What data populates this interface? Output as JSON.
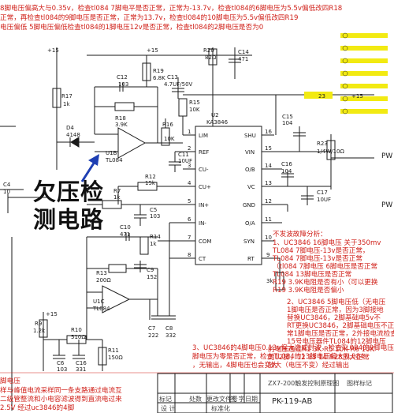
{
  "notes": {
    "top": [
      "8脚电压偏高大与0.35v，检查tl084 7脚电平是否正常，正常为-13.7v，检查tl084的6脚电压为5.5v偏低改四R18",
      "正常，再检查tl084的9脚电压是否正常，正常为13.7v，检查tl084的10脚电压为5.5v偏低改四R19",
      "电压偏低      5脚电压偏低检查tl084的1脚电压12v是否正常，检查tl084的2脚电压是否为0"
    ],
    "fault_title": "不发波故障分析：",
    "fault_lines": [
      "1、UC3846  16脚电压  关于350mv",
      "TL084  7脚电压-13v是否正常，",
      "TL084  7脚电压-13v是否正常",
      "（tl084  7脚电压  6脚电压是否正常",
      "TL084  13脚电压是否正常",
      "R19  3.9K电阻是否有小（可以更换",
      "R19  3.9K电阻是否偏小",
      "2、UC3846  5脚电压低（无电压",
      "1脚电压是否正常，因为3脚接地",
      "替换UC3846，2脚基础电5v不",
      "RT更换UC3846，2脚基础电压不正",
      "常1脚电压是否正常，2外接电流检查",
      "15号电压器件TL084的12脚电压",
      "的电压通过R1  3K R5  10K R6  10K",
      "的12脚，12 13  14  R28放大正常",
      "放大（电压不变）经过输出"
    ],
    "bottom_lines": [
      "3、UC3846的4脚电压0.13v偏大造成封波，检查TL084的9脚电压",
      "脚电压为零是否正常，检查TL084的13脚电压偏大TL084",
      "，无输出，4脚电压也会变大"
    ],
    "big_label": [
      "欠压检",
      "测电路"
    ],
    "bottom_left": [
      "脚电压",
      "样与峰值电流采样同一条支路通过电流互",
      "二级管整流和小电容滤波得到直流电过来",
      "2.5V 经过uc3846的4脚"
    ]
  },
  "title_block": {
    "heading": "ZX7-200触发控制原理图",
    "label": "图样标记",
    "drawing_no": "PK-119-AB",
    "mark": "标记",
    "count": "处数",
    "change_file": "更改文件号",
    "sign": "签  字",
    "date": "日期",
    "design": "设  计",
    "standardize": "标准化"
  },
  "components": {
    "U2": "U2",
    "U2_type": "KA3846",
    "U1B": "U1B",
    "U1B_type": "TL084",
    "U1C": "U1C",
    "U1C_type": "TL084",
    "R19": "R19",
    "R19_val": "6.8K",
    "R18": "R18",
    "R18_val": "3.9K",
    "R17": "R17",
    "R17_val": "1k",
    "R20": "R20",
    "R20_val": "82Ω",
    "C14": "C14",
    "C14_val": "471",
    "C12": "C12",
    "C12_val": "103",
    "C13": "C13",
    "C13_val": "4.7UF/50V",
    "R15": "R15",
    "R15_val": "10K",
    "R16": "R16",
    "R16_val": "10K",
    "D4": "D4",
    "D4_val": "4148",
    "C11": "C11",
    "C11_val": "10UF",
    "R12": "R12",
    "R12_val": "15k",
    "R7": "R7",
    "R7_val": "1k",
    "C5": "C5",
    "C5_val": "103",
    "C4": "C4",
    "C4_val": "10",
    "C10": "C10",
    "C10_val": "471",
    "R14": "R14",
    "R14_val": "1k",
    "R13": "R13",
    "R13_val": "200Ω",
    "C9": "C9",
    "C9_val": "152",
    "C7": "C7",
    "C7_val": "222",
    "C8": "C8",
    "C8_val": "332",
    "R9": "R9",
    "R9_val": "1.2k",
    "R10": "R10",
    "R10_val": "510Ω",
    "R11": "R11",
    "R11_val": "150Ω",
    "C6": "C6",
    "C6_val": "103",
    "C16": "C16",
    "C16_val": "331",
    "C15": "C15",
    "C15_val": "104",
    "C16b": "C16",
    "C16b_val": "104",
    "C17": "C17",
    "C17_val": "10UF",
    "R23": "R23",
    "R23_val": "1/4W/10Ω",
    "R3k": "3k",
    "net15": "+15",
    "net23": "23",
    "PW": "PW"
  },
  "pins": {
    "left": [
      {
        "num": "1",
        "name": "LIM"
      },
      {
        "num": "2",
        "name": "REF"
      },
      {
        "num": "3",
        "name": "CU-"
      },
      {
        "num": "4",
        "name": "CU+"
      },
      {
        "num": "5",
        "name": "IN+"
      },
      {
        "num": "6",
        "name": "IN-"
      },
      {
        "num": "7",
        "name": "COM"
      },
      {
        "num": "8",
        "name": "CT"
      }
    ],
    "right": [
      {
        "num": "16",
        "name": "SHU"
      },
      {
        "num": "15",
        "name": "VIN"
      },
      {
        "num": "14",
        "name": "O/B"
      },
      {
        "num": "13",
        "name": "VC"
      },
      {
        "num": "12",
        "name": "GND"
      },
      {
        "num": "11",
        "name": "O/A"
      },
      {
        "num": "10",
        "name": "SYN"
      },
      {
        "num": "9",
        "name": "RT"
      }
    ]
  },
  "colors": {
    "annotation": "#d0211a",
    "wire": "#1a1a1a",
    "net_tag": "#f2ea12",
    "arrow": "#1e3fb3"
  }
}
